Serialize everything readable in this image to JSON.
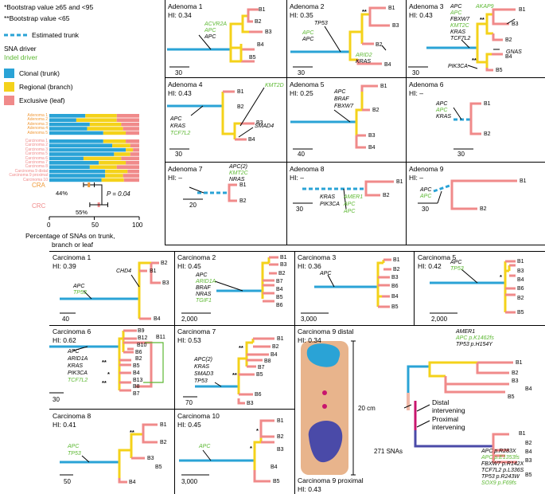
{
  "legend": {
    "boot1": "*Bootstrap value ≥65 and <95",
    "boot2": "**Bootstrap value <65",
    "trunk": "Estimated trunk",
    "snv": "SNA driver",
    "indel": "Indel driver",
    "clonal": "Clonal (trunk)",
    "regional": "Regional (branch)",
    "exclusive": "Exclusive (leaf)"
  },
  "colors": {
    "trunk": "#2aa3d6",
    "branch": "#f4d21a",
    "leaf": "#f08a8a",
    "indel": "#5cb832",
    "distal": "#c8156d",
    "proximal": "#4a4aa8"
  },
  "chart_data": {
    "type": "bar",
    "orientation": "horizontal-stacked",
    "categories": [
      "Adenoma 1",
      "Adenoma 2",
      "Adenoma 3",
      "Adenoma 4",
      "Adenoma 5",
      "Carcinoma 1",
      "Carcinoma 2",
      "Carcinoma 3",
      "Carcinoma 5",
      "Carcinoma 6",
      "Carcinoma 7",
      "Carcinoma 8",
      "Carcinoma 9 distal",
      "Carcinoma 9 proximal",
      "Carcinoma 10"
    ],
    "series": [
      {
        "name": "Clonal (trunk)",
        "values": [
          40,
          30,
          45,
          42,
          60,
          60,
          70,
          85,
          72,
          38,
          55,
          45,
          62,
          62,
          58
        ]
      },
      {
        "name": "Regional (branch)",
        "values": [
          35,
          45,
          35,
          40,
          25,
          25,
          20,
          8,
          18,
          42,
          30,
          30,
          25,
          20,
          25
        ]
      },
      {
        "name": "Exclusive (leaf)",
        "values": [
          25,
          25,
          20,
          18,
          15,
          15,
          10,
          7,
          10,
          20,
          15,
          25,
          13,
          18,
          17
        ]
      }
    ],
    "summary": [
      {
        "label": "CRA",
        "value": "44%"
      },
      {
        "label": "CRC",
        "value": "55%"
      }
    ],
    "pvalue": "P = 0.04",
    "xticks": [
      "0",
      "50",
      "100"
    ],
    "xlabel": "Percentage of SNAs on trunk,\nbranch or leaf",
    "xlim": [
      0,
      100
    ]
  },
  "summary_labels": {
    "cra": "CRA",
    "crc": "CRC",
    "cra_pct": "44%",
    "crc_pct": "55%",
    "pval": "P = 0.04",
    "xlabel1": "Percentage of SNAs on trunk,",
    "xlabel2": "branch or leaf",
    "x0": "0",
    "x50": "50",
    "x100": "100"
  },
  "panels": {
    "a1": {
      "title": "Adenoma 1",
      "hi": "HI: 0.34",
      "scale": "30",
      "genes": [
        {
          "t": "ACVR2A",
          "c": "ind"
        },
        {
          "t": "APC",
          "c": "ind"
        },
        {
          "t": "APC",
          "c": "sn"
        }
      ],
      "leaves": [
        "B1",
        "B2",
        "B3",
        "B4",
        "B5"
      ]
    },
    "a2": {
      "title": "Adenoma 2",
      "hi": "HI: 0.35",
      "scale": "30",
      "g1": "TP53",
      "g2": "APC",
      "g3": "APC",
      "g4": "ARID2",
      "g5": "KRAS",
      "leaves": [
        "B1",
        "B3",
        "B2",
        "B4"
      ]
    },
    "a3": {
      "title": "Adenoma 3",
      "hi": "HI: 0.43",
      "scale": "30",
      "genes": [
        {
          "t": "APC",
          "c": "sn"
        },
        {
          "t": "APC",
          "c": "ind"
        },
        {
          "t": "FBXW7",
          "c": "sn"
        },
        {
          "t": "KMT2C",
          "c": "ind"
        },
        {
          "t": "KRAS",
          "c": "sn"
        },
        {
          "t": "TCF7L2",
          "c": "sn"
        }
      ],
      "akap": "AKAP9",
      "gnas": "GNAS",
      "pik": "PIK3CA",
      "leaves": [
        "B1",
        "B3",
        "B2",
        "B4",
        "B5"
      ]
    },
    "a4": {
      "title": "Adenoma 4",
      "hi": "HI: 0.43",
      "scale": "30",
      "genes": [
        {
          "t": "APC",
          "c": "sn"
        },
        {
          "t": "KRAS",
          "c": "sn"
        },
        {
          "t": "TCF7L2",
          "c": "ind"
        }
      ],
      "kmt": "KMT2D",
      "smad": "SMAD4",
      "leaves": [
        "B1",
        "B2",
        "B3",
        "B4"
      ]
    },
    "a5": {
      "title": "Adenoma 5",
      "hi": "HI: 0.25",
      "scale": "40",
      "genes": [
        {
          "t": "APC",
          "c": "sn"
        },
        {
          "t": "BRAF",
          "c": "sn"
        },
        {
          "t": "FBXW7",
          "c": "sn"
        }
      ],
      "leaves": [
        "B1",
        "B2",
        "B3",
        "B4"
      ]
    },
    "a6": {
      "title": "Adenoma 6",
      "hi": "HI: –",
      "scale": "30",
      "genes": [
        {
          "t": "APC",
          "c": "sn"
        },
        {
          "t": "APC",
          "c": "ind"
        },
        {
          "t": "KRAS",
          "c": "sn"
        }
      ],
      "leaves": [
        "B1",
        "B2"
      ]
    },
    "a7": {
      "title": "Adenoma 7",
      "hi": "HI: –",
      "scale": "20",
      "genes": [
        {
          "t": "APC(2)",
          "c": "sn"
        },
        {
          "t": "KMT2C",
          "c": "ind"
        },
        {
          "t": "NRAS",
          "c": "sn"
        }
      ],
      "leaves": [
        "B1",
        "B2"
      ]
    },
    "a8": {
      "title": "Adenoma 8",
      "hi": "HI: –",
      "scale": "30",
      "genes": [
        {
          "t": "KRAS",
          "c": "sn"
        },
        {
          "t": "PIK3CA",
          "c": "sn"
        }
      ],
      "genes2": [
        {
          "t": "AMER1",
          "c": "ind"
        },
        {
          "t": "APC",
          "c": "ind"
        },
        {
          "t": "APC",
          "c": "ind"
        }
      ],
      "leaves": [
        "B1",
        "B2"
      ]
    },
    "a9": {
      "title": "Adenoma 9",
      "hi": "HI: –",
      "scale": "30",
      "genes": [
        {
          "t": "APC",
          "c": "sn"
        },
        {
          "t": "APC",
          "c": "ind"
        }
      ],
      "leaves": [
        "B1",
        "B2"
      ]
    },
    "c1": {
      "title": "Carcinoma 1",
      "hi": "HI: 0.39",
      "scale": "40",
      "genes": [
        {
          "t": "APC",
          "c": "sn"
        },
        {
          "t": "TP53",
          "c": "ind"
        }
      ],
      "chd": "CHD4",
      "leaves": [
        "B2",
        "B3",
        "B1",
        "B4"
      ]
    },
    "c2": {
      "title": "Carcinoma 2",
      "hi": "HI: 0.45",
      "scale": "2,000",
      "genes": [
        {
          "t": "APC",
          "c": "sn"
        },
        {
          "t": "ARID1A",
          "c": "ind"
        },
        {
          "t": "BRAF",
          "c": "sn"
        },
        {
          "t": "NRAS",
          "c": "sn"
        },
        {
          "t": "TGIF1",
          "c": "ind"
        }
      ],
      "leaves": [
        "B1",
        "B3",
        "B2",
        "B7",
        "B4",
        "B5",
        "B6"
      ]
    },
    "c3": {
      "title": "Carcinoma 3",
      "hi": "HI: 0.36",
      "scale": "3,000",
      "genes": [
        {
          "t": "APC",
          "c": "sn"
        }
      ],
      "leaves": [
        "B1",
        "B2",
        "B3",
        "B6",
        "B4",
        "B5"
      ]
    },
    "c5": {
      "title": "Carcinoma 5",
      "hi": "HI: 0.42",
      "scale": "2,000",
      "genes": [
        {
          "t": "APC",
          "c": "sn"
        },
        {
          "t": "TP53",
          "c": "ind"
        }
      ],
      "leaves": [
        "B1",
        "B3",
        "B4",
        "B6",
        "B2",
        "B5"
      ]
    },
    "c6": {
      "title": "Carcinoma 6",
      "hi": "HI: 0.62",
      "scale": "30",
      "genes": [
        {
          "t": "APC",
          "c": "sn"
        },
        {
          "t": "ARID1A",
          "c": "sn"
        },
        {
          "t": "KRAS",
          "c": "sn"
        },
        {
          "t": "PIK3CA",
          "c": "sn"
        },
        {
          "t": "TCF7L2",
          "c": "ind"
        }
      ],
      "leaves": [
        "B9",
        "B12",
        "B10",
        "B11",
        "B6",
        "B2",
        "B5",
        "B4",
        "B13",
        "B8",
        "B7"
      ]
    },
    "c7": {
      "title": "Carcinoma 7",
      "hi": "HI: 0.53",
      "scale": "70",
      "genes": [
        {
          "t": "APC(2)",
          "c": "sn"
        },
        {
          "t": "KRAS",
          "c": "sn"
        },
        {
          "t": "SMAD3",
          "c": "sn"
        },
        {
          "t": "TP53",
          "c": "sn"
        }
      ],
      "leaves": [
        "B1",
        "B2",
        "B4",
        "B8",
        "B7",
        "B5",
        "B6",
        "B3"
      ]
    },
    "c9": {
      "title": "Carcinoma 9 distal",
      "hi": "HI: 0.34",
      "title2": "Carcinoma 9 proximal",
      "hi2": "HI: 0.43",
      "cm": "20 cm",
      "snas": "271 SNAs",
      "distal": "Distal",
      "distal2": "intervening",
      "proximal": "Proximal",
      "proximal2": "intervening",
      "dgenes": [
        {
          "t": "AMER1",
          "c": "sn"
        },
        {
          "t": "APC p.K1462fs",
          "c": "ind"
        },
        {
          "t": "TP53 p.H154Y",
          "c": "sn"
        }
      ],
      "pgenes": [
        {
          "t": "APC p.R283X",
          "c": "sn"
        },
        {
          "t": "APC p.E1353fs",
          "c": "ind"
        },
        {
          "t": "FBXW7 p.R142X",
          "c": "sn"
        },
        {
          "t": "TCF7L2 p.L336S",
          "c": "sn"
        },
        {
          "t": "TP53 p.R243W",
          "c": "sn"
        },
        {
          "t": "SOX9 p.F69fs",
          "c": "ind"
        }
      ],
      "dleaves": [
        "B1",
        "B2",
        "B3",
        "B4",
        "B5"
      ],
      "pleaves": [
        "B1",
        "B2",
        "B4",
        "B3",
        "B5"
      ]
    },
    "c8": {
      "title": "Carcinoma 8",
      "hi": "HI: 0.41",
      "scale": "50",
      "genes": [
        {
          "t": "APC",
          "c": "ind"
        },
        {
          "t": "TP53",
          "c": "ind"
        }
      ],
      "leaves": [
        "B1",
        "B2",
        "B3",
        "B5",
        "B4"
      ]
    },
    "c10": {
      "title": "Carcinoma 10",
      "hi": "HI: 0.45",
      "scale": "3,000",
      "genes": [
        {
          "t": "APC",
          "c": "ind"
        }
      ],
      "leaves": [
        "B1",
        "B2",
        "B3",
        "B4",
        "B5"
      ]
    }
  }
}
